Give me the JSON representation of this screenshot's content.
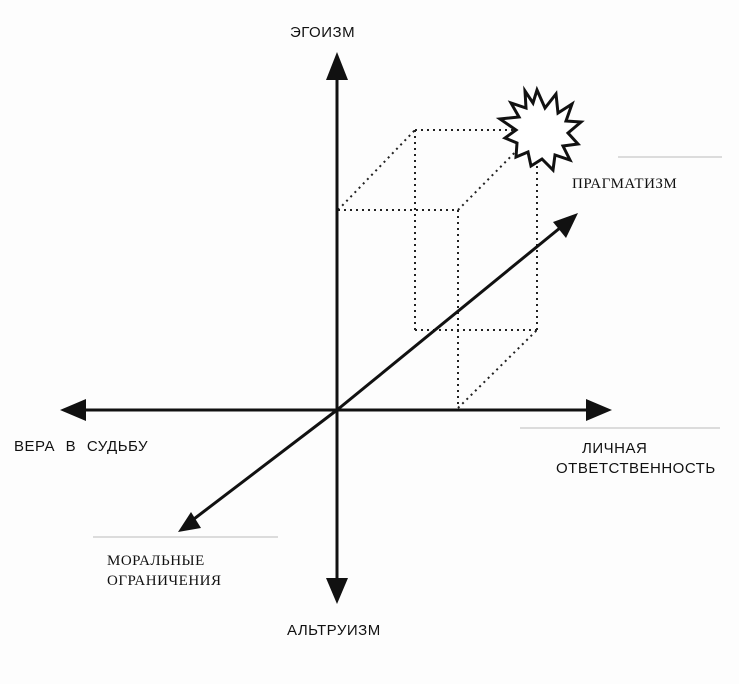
{
  "axes": {
    "vertical_top": "ЭГОИЗМ",
    "vertical_bottom": "АЛЬТРУИЗМ",
    "horizontal_left": "ВЕРА  В  СУДЬБУ",
    "horizontal_right_line1": "ЛИЧНАЯ",
    "horizontal_right_line2": "ОТВЕТСТВЕННОСТЬ",
    "diagonal_positive": "ПРАГМАТИЗМ",
    "diagonal_negative_line1": "МОРАЛЬНЫЕ",
    "diagonal_negative_line2": "ОГРАНИЧЕНИЯ"
  },
  "colors": {
    "ink": "#111111",
    "dots": "#222222",
    "background": "#ffffff"
  },
  "icons": {
    "marker": "starburst-icon"
  }
}
